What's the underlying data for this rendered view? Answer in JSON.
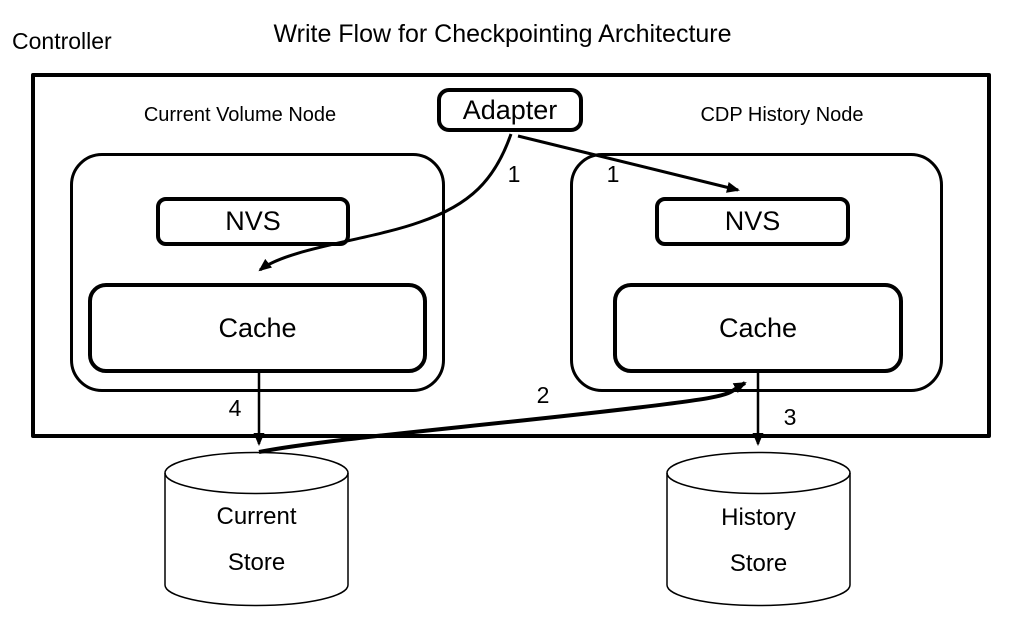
{
  "title": "Write Flow for Checkpointing Architecture",
  "controller": {
    "label": "Controller"
  },
  "adapter": {
    "label": "Adapter"
  },
  "nodes": {
    "current": {
      "label": "Current Volume Node",
      "nvs_label": "NVS",
      "cache_label": "Cache"
    },
    "history": {
      "label": "CDP History Node",
      "nvs_label": "NVS",
      "cache_label": "Cache"
    }
  },
  "stores": {
    "current": {
      "line1": "Current",
      "line2": "Store"
    },
    "history": {
      "line1": "History",
      "line2": "Store"
    }
  },
  "flow_steps": {
    "adapter_to_current_cache": "1",
    "adapter_to_history_nvs": "1",
    "current_store_to_history_cache": "2",
    "history_cache_to_history_store": "3",
    "current_cache_to_current_store": "4"
  },
  "colors": {
    "line": "#000000",
    "background": "#ffffff"
  }
}
